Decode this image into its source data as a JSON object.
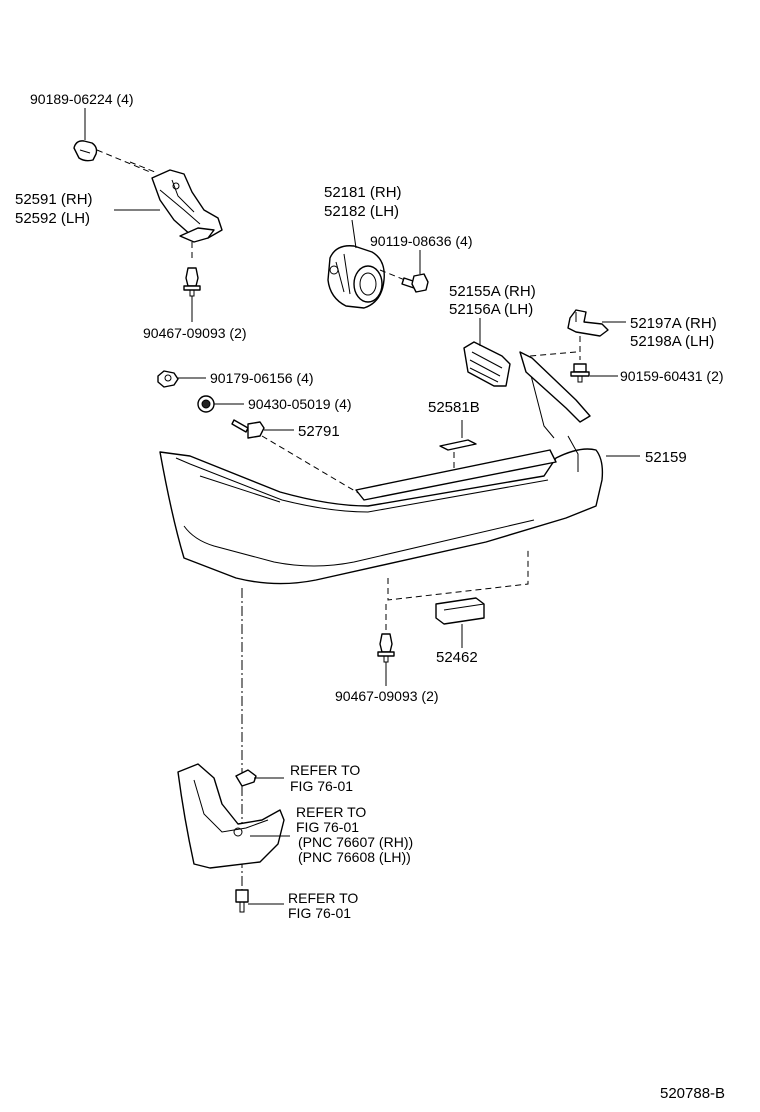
{
  "labels": {
    "bolt_90189": "90189-06224 (4)",
    "bracket_rh": "52591 (RH)",
    "bracket_lh": "52592 (LH)",
    "clip_90467_top": "90467-09093 (2)",
    "lamp_rh": "52181 (RH)",
    "lamp_lh": "52182 (LH)",
    "bolt_90119": "90119-08636 (4)",
    "retainer_rh": "52155A (RH)",
    "retainer_lh": "52156A (LH)",
    "support_rh": "52197A (RH)",
    "support_lh": "52198A (LH)",
    "nut_90179": "90179-06156 (4)",
    "screw_90159": "90159-60431 (2)",
    "washer_90430": "90430-05019 (4)",
    "pad_52581b": "52581B",
    "clip_52791": "52791",
    "bumper_52159": "52159",
    "pad_52462": "52462",
    "clip_90467_bottom": "90467-09093 (2)",
    "refer1_line1": "REFER TO",
    "refer1_line2": "FIG 76-01",
    "refer2_line1": "REFER TO",
    "refer2_line2": "FIG 76-01",
    "refer2_line3": "(PNC 76607 (RH))",
    "refer2_line4": "(PNC 76608 (LH))",
    "refer3_line1": "REFER TO",
    "refer3_line2": "FIG 76-01",
    "figure_id": "520788-B"
  }
}
